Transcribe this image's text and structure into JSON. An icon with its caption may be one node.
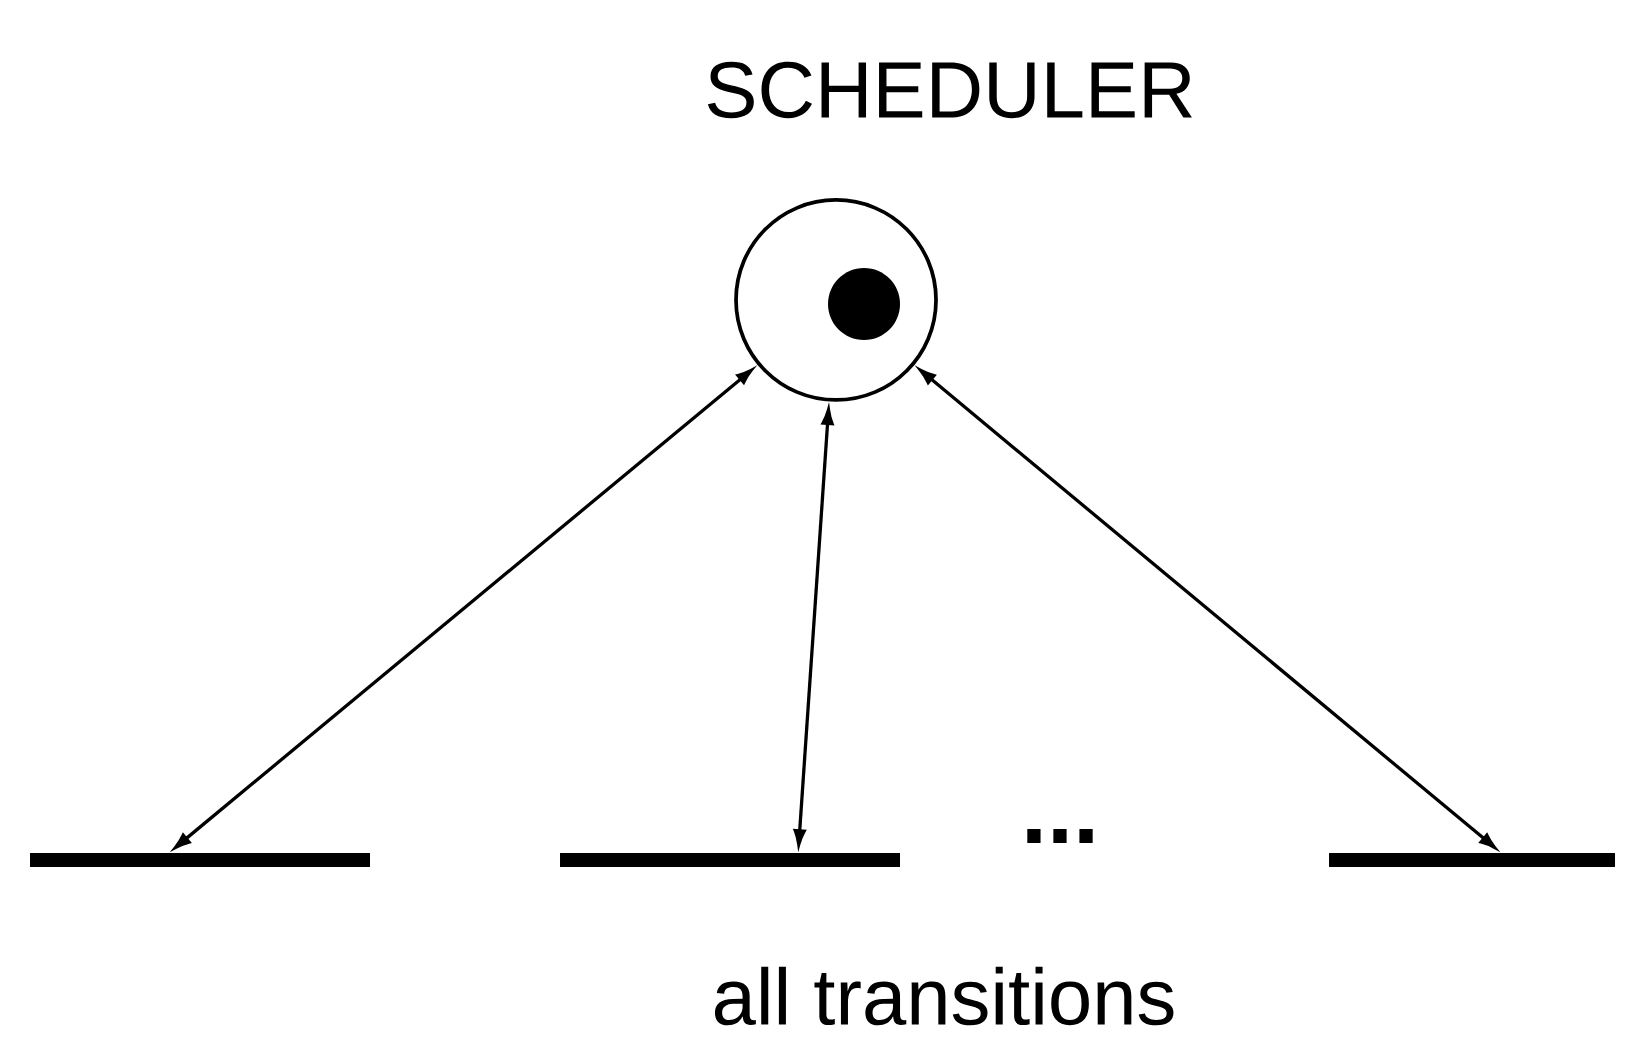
{
  "diagram": {
    "nodes": [
      {
        "text": [
          "SCHEDULER"
        ]
      },
      {
        "text": [],
        "shape": "bar"
      },
      {
        "text": [],
        "shape": "bar"
      },
      {
        "text": [],
        "shape": "bar"
      }
    ],
    "edges": [
      {
        "from": 0,
        "to": 1,
        "arrow": "both"
      },
      {
        "from": 0,
        "to": 2,
        "arrow": "both"
      },
      {
        "from": 0,
        "to": 3,
        "arrow": "both"
      }
    ],
    "labels": [
      "...",
      "all transitions"
    ]
  }
}
